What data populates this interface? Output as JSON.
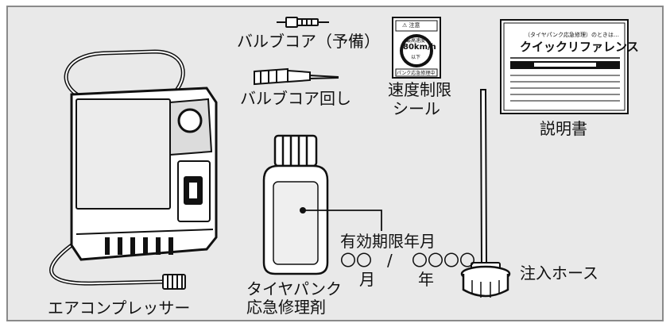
{
  "labels": {
    "compressor": "エアコンプレッサー",
    "valve_core_spare": "バルブコア（予備）",
    "valve_core_tool": "バルブコア回し",
    "speed_limit_sticker_line1": "速度制限",
    "speed_limit_sticker_line2": "シール",
    "manual": "説明書",
    "sealant_line1": "タイヤパンク",
    "sealant_line2": "応急修理剤",
    "expiry_title": "有効期限年月",
    "expiry_month_value": "〇〇",
    "expiry_slash": "/",
    "expiry_year_value": "〇〇〇〇",
    "expiry_month_unit": "月",
    "expiry_year_unit": "年",
    "hose": "注入ホース"
  },
  "sticker": {
    "caution": "⚠ 注意",
    "top_text": "最高速度",
    "speed": "80km/h",
    "bottom_text": "以下",
    "footer": "パンク応急修理中"
  },
  "manual_cover": {
    "small_text": "（タイヤパンク応急修理）のときは…",
    "title": "クイックリファレンス"
  },
  "colors": {
    "background": "#e9e9e9",
    "border": "#8a8a8a",
    "line": "#111111"
  }
}
